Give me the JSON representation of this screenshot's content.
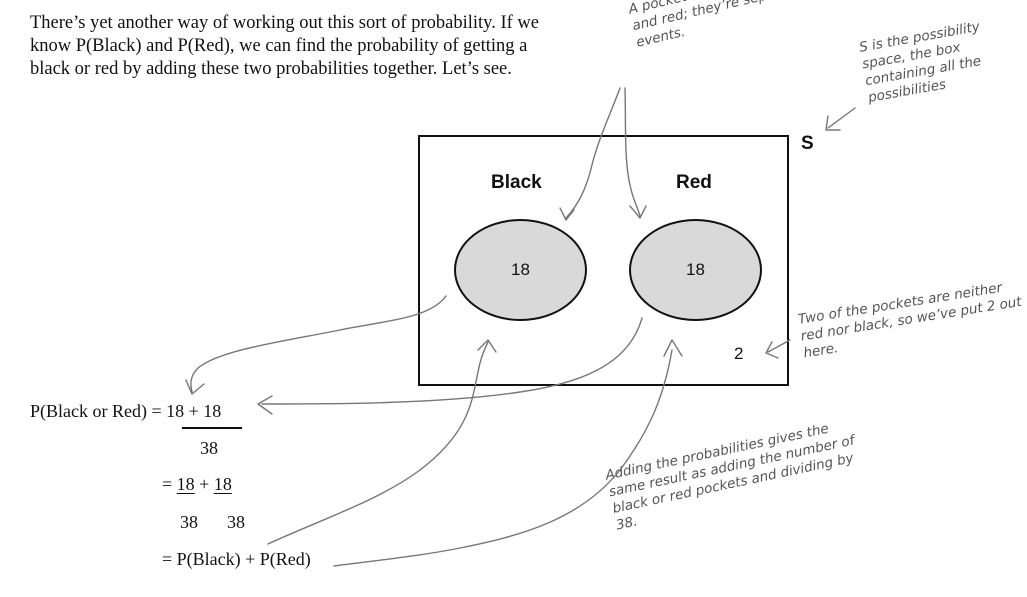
{
  "intro_text": "There’s yet another way of working out this sort of probability. If we know P(Black) and P(Red), we can find the probability of getting a black or red by adding these two probabilities together. Let’s see.",
  "diagram": {
    "space_label": "S",
    "black": {
      "label": "Black",
      "count": "18"
    },
    "red": {
      "label": "Red",
      "count": "18"
    },
    "neither_count": "2"
  },
  "equations": {
    "line1_lhs": "P(Black or Red) = ",
    "line1_num": "18 + 18",
    "line1_den": "38",
    "line2_eq": "= ",
    "line2_num_a": "18",
    "line2_plus": " + ",
    "line2_num_b": "18",
    "line2_den_a": "38",
    "line2_den_b": "38",
    "line3": "= P(Black) + P(Red)"
  },
  "annotations": {
    "separate_events": "A pocket can’t be both black and red; they’re separate events.",
    "possibility_space": "S is the possibility space, the box containing all the possibilities",
    "neither": "Two of the pockets are neither red nor black, so we’ve put 2 out here.",
    "adding": "Adding the probabilities gives the same result as adding the number of black or red pockets and dividing by 38."
  },
  "colors": {
    "circle_fill": "#d9d9d9",
    "annotation_ink": "#555555"
  }
}
